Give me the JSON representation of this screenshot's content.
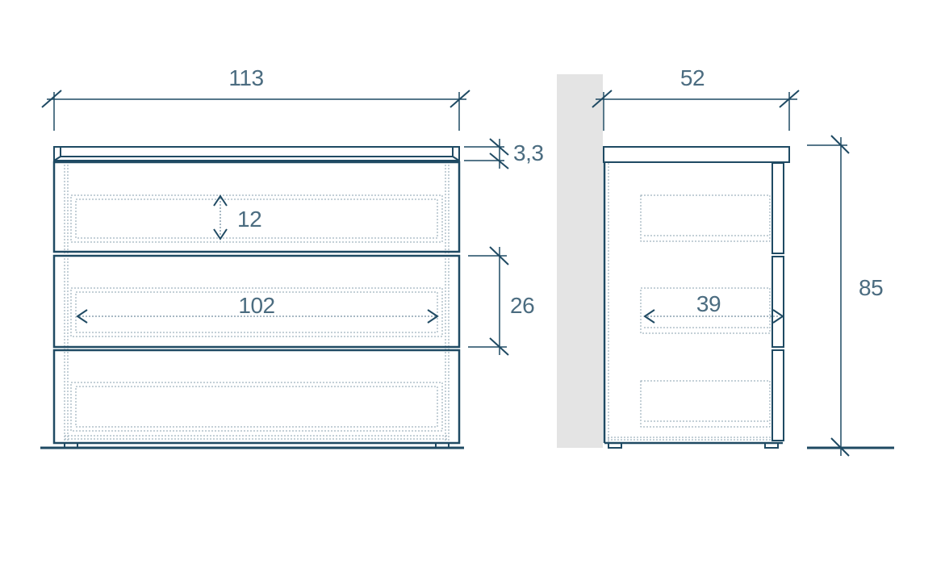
{
  "colors": {
    "line": "#1f4a63",
    "dim_text": "#4b6c80",
    "dotted": "#8aa1af",
    "wall": "#e4e4e4",
    "background": "#ffffff"
  },
  "front_view": {
    "width_label": "113",
    "top_thickness_label": "3,3",
    "drawer_inner_height_label": "12",
    "drawer_front_height_label": "26",
    "drawer_inner_width_label": "102",
    "drawer_count": 3
  },
  "side_view": {
    "depth_label": "52",
    "height_label": "85",
    "drawer_inner_depth_label": "39"
  }
}
